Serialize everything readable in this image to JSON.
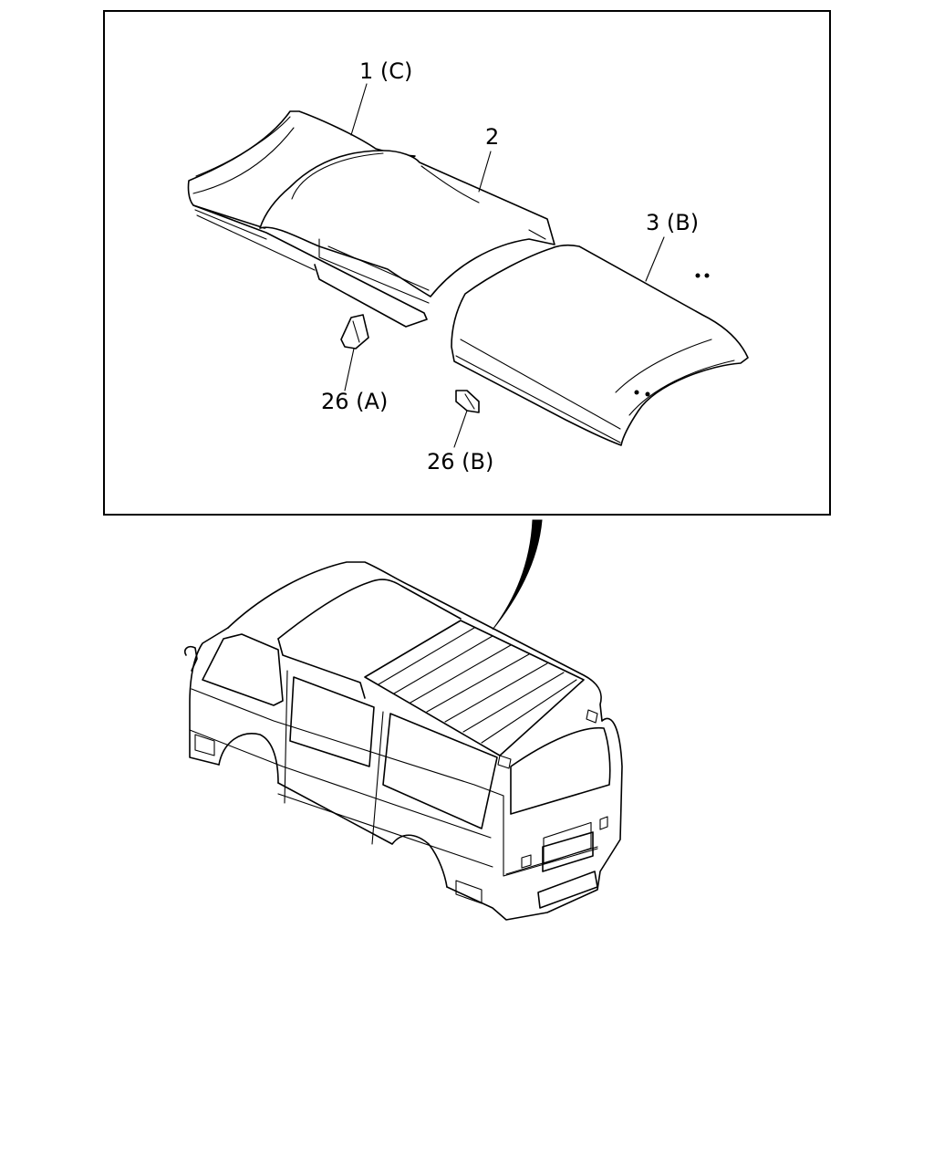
{
  "diagram": {
    "callouts": [
      {
        "id": "p1",
        "text": "1 (C)"
      },
      {
        "id": "p2",
        "text": "2"
      },
      {
        "id": "p3",
        "text": "3 (B)"
      },
      {
        "id": "p26a",
        "text": "26 (A)"
      },
      {
        "id": "p26b",
        "text": "26 (B)"
      }
    ]
  }
}
